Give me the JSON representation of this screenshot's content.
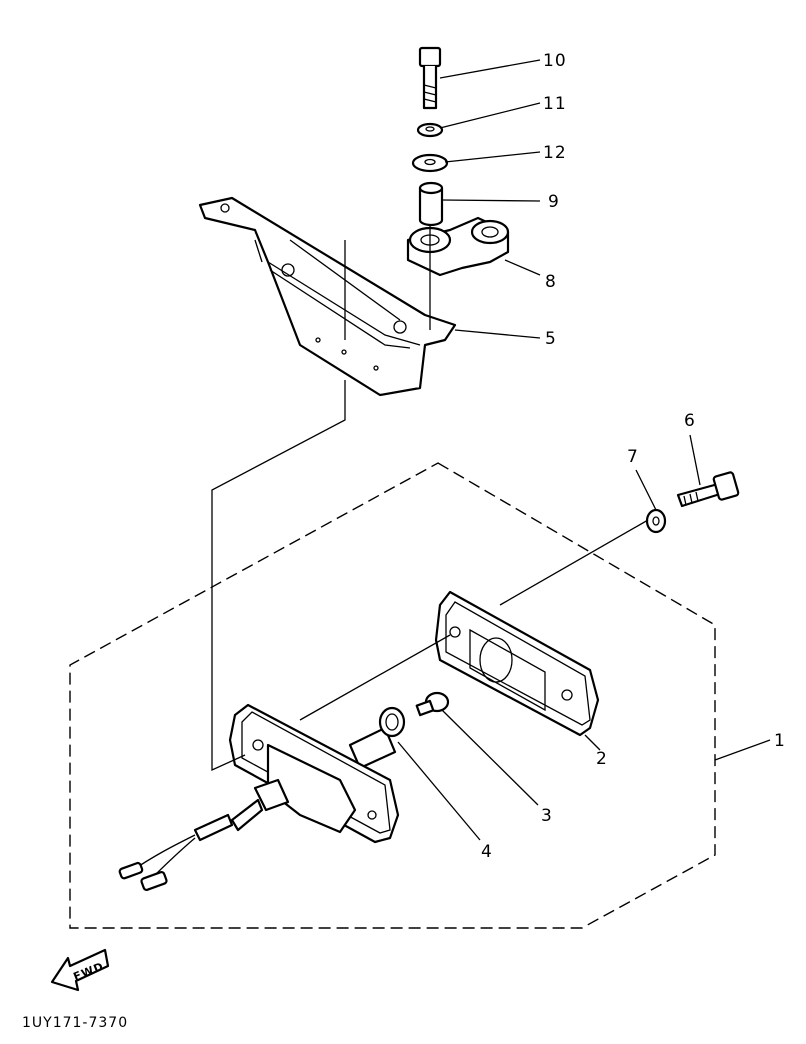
{
  "diagram": {
    "part_labels": {
      "p1": "1",
      "p2": "2",
      "p3": "3",
      "p4": "4",
      "p5": "5",
      "p6": "6",
      "p7": "7",
      "p8": "8",
      "p9": "9",
      "p10": "10",
      "p11": "11",
      "p12": "12"
    },
    "fwd_label": "FWD",
    "drawing_code": "1UY171-7370"
  }
}
